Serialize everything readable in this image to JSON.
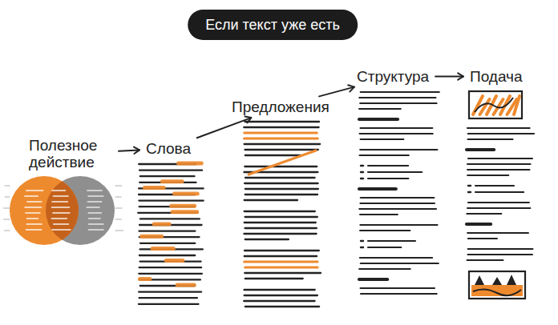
{
  "diagram": {
    "title": "Если текст уже есть",
    "nodes": [
      {
        "text": [
          "Полезное действие"
        ]
      },
      {
        "text": [
          "Слова"
        ]
      },
      {
        "text": [
          "Предложения"
        ]
      },
      {
        "text": [
          "Структура"
        ]
      },
      {
        "text": [
          "Подача"
        ]
      }
    ],
    "edges": [
      {
        "from": 0,
        "to": 1,
        "arrow": "to"
      },
      {
        "from": 1,
        "to": 2,
        "arrow": "to"
      },
      {
        "from": 2,
        "to": 3,
        "arrow": "to"
      },
      {
        "from": 3,
        "to": 4,
        "arrow": "to"
      }
    ]
  }
}
